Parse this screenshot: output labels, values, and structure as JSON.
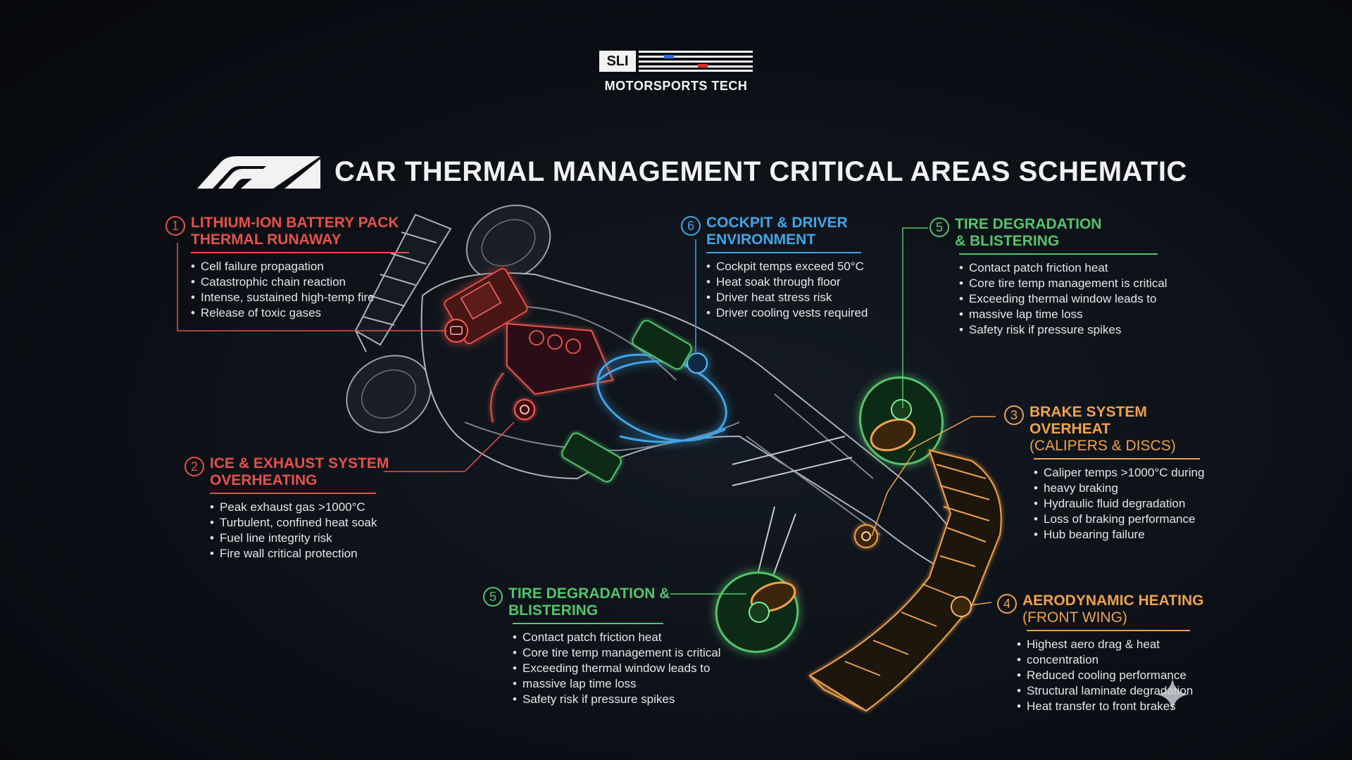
{
  "brand": {
    "logo_mark": "SLI",
    "name": "MOTORSPORTS TECH"
  },
  "title": "CAR THERMAL MANAGEMENT CRITICAL AREAS SCHEMATIC",
  "colors": {
    "red": "#e8504a",
    "blue": "#3fa6e8",
    "green": "#54c46c",
    "orange": "#f0a14a"
  },
  "callouts": [
    {
      "number": "1",
      "title_line1": "LITHIUM-ION BATTERY PACK",
      "title_line2": "THERMAL RUNAWAY",
      "bullets": [
        "Cell failure propagation",
        "Catastrophic chain reaction",
        "Intense, sustained high-temp fire",
        "Release of toxic gases"
      ]
    },
    {
      "number": "2",
      "title_line1": "ICE & EXHAUST SYSTEM",
      "title_line2": "OVERHEATING",
      "bullets": [
        "Peak exhaust gas >1000°C",
        "Turbulent, confined heat soak",
        "Fuel line integrity risk",
        "Fire wall critical protection"
      ]
    },
    {
      "number": "6",
      "title_line1": "COCKPIT & DRIVER",
      "title_line2": "ENVIRONMENT",
      "bullets": [
        "Cockpit temps exceed 50°C",
        "Heat soak through floor",
        "Driver heat stress risk",
        "Driver cooling vests required"
      ]
    },
    {
      "number": "5",
      "title_line1": "TIRE DEGRADATION",
      "title_line2": "& BLISTERING",
      "bullets": [
        "Contact patch friction heat",
        "Core tire temp management is critical",
        "Exceeding thermal window leads to",
        "massive lap time loss",
        "Safety risk if pressure spikes"
      ]
    },
    {
      "number": "3",
      "title_line1": "BRAKE SYSTEM",
      "title_line2": "OVERHEAT",
      "subtitle": "(CALIPERS & DISCS)",
      "bullets": [
        "Caliper temps >1000°C during",
        "heavy braking",
        "Hydraulic fluid degradation",
        "Loss of braking performance",
        "Hub bearing failure"
      ]
    },
    {
      "number": "5",
      "title_line1": "TIRE DEGRADATION &",
      "title_line2": "BLISTERING",
      "bullets": [
        "Contact patch friction heat",
        "Core tire temp management is critical",
        "Exceeding thermal window leads to",
        "massive lap time loss",
        "Safety risk if pressure spikes"
      ]
    },
    {
      "number": "4",
      "title_line1": "AERODYNAMIC HEATING",
      "subtitle": "(FRONT WING)",
      "bullets": [
        "Highest aero drag & heat",
        "concentration",
        "Reduced cooling performance",
        "Structural laminate degradation",
        "Heat transfer to front brakes"
      ]
    }
  ]
}
